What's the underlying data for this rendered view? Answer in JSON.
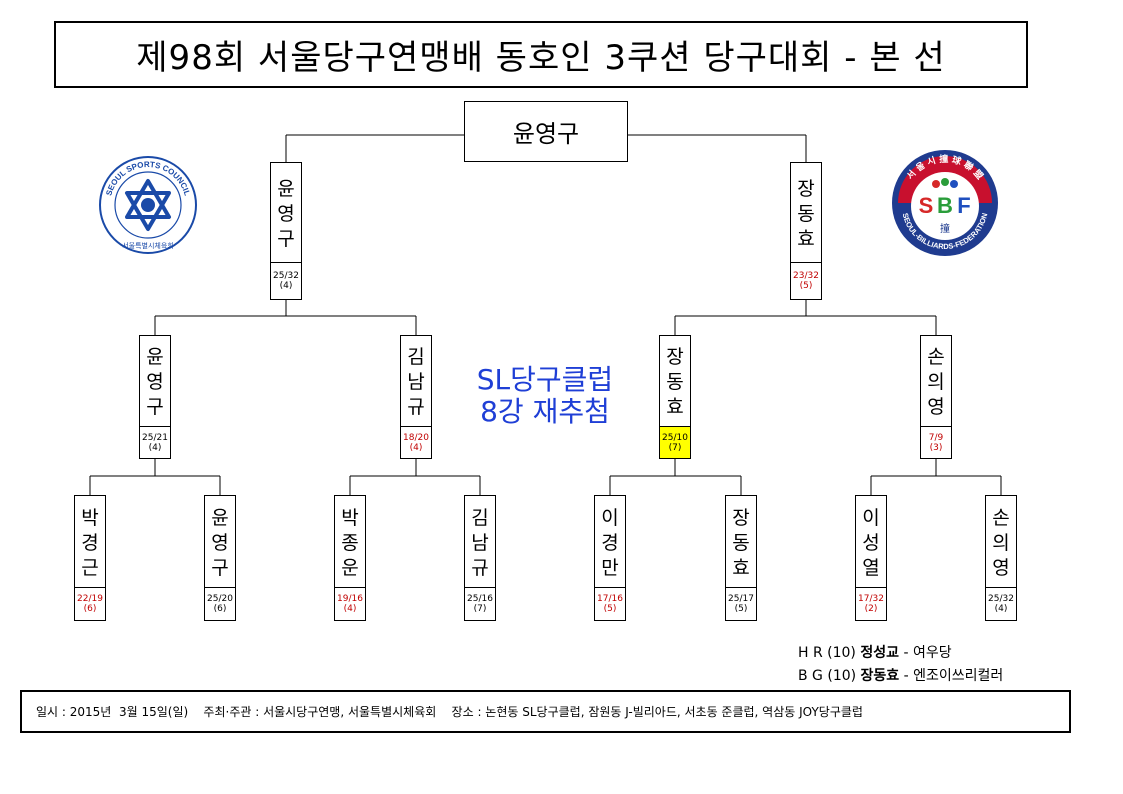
{
  "title": "제98회 서울당구연맹배 동호인 3쿠션 당구대회 - 본 선",
  "champion": "윤영구",
  "reseed": {
    "line1": "SL당구클럽",
    "line2": "8강 재추첨"
  },
  "round_of_16": [
    {
      "name": "박경근",
      "score": "22/19",
      "innings": "(6)",
      "red": true
    },
    {
      "name": "윤영구",
      "score": "25/20",
      "innings": "(6)",
      "red": false
    },
    {
      "name": "박종운",
      "score": "19/16",
      "innings": "(4)",
      "red": true
    },
    {
      "name": "김남규",
      "score": "25/16",
      "innings": "(7)",
      "red": false
    },
    {
      "name": "이경만",
      "score": "17/16",
      "innings": "(5)",
      "red": true
    },
    {
      "name": "장동효",
      "score": "25/17",
      "innings": "(5)",
      "red": false
    },
    {
      "name": "이성열",
      "score": "17/32",
      "innings": "(2)",
      "red": true
    },
    {
      "name": "손의영",
      "score": "25/32",
      "innings": "(4)",
      "red": false
    }
  ],
  "quarterfinals": [
    {
      "name": "윤영구",
      "score": "25/21",
      "innings": "(4)",
      "red": false,
      "highlight": false
    },
    {
      "name": "김남규",
      "score": "18/20",
      "innings": "(4)",
      "red": true,
      "highlight": false
    },
    {
      "name": "장동효",
      "score": "25/10",
      "innings": "(7)",
      "red": false,
      "highlight": true
    },
    {
      "name": "손의영",
      "score": "7/9",
      "innings": "(3)",
      "red": true,
      "highlight": false
    }
  ],
  "semifinals": [
    {
      "name": "윤영구",
      "score": "25/32",
      "innings": "(4)",
      "red": false
    },
    {
      "name": "장동효",
      "score": "23/32",
      "innings": "(5)",
      "red": true
    }
  ],
  "awards": {
    "hr": {
      "label": "H R (10)",
      "winner": "정성교",
      "club": "- 여우당"
    },
    "bg": {
      "label": "B G (10)",
      "winner": "장동효",
      "club": "- 엔조이쓰리컬러"
    }
  },
  "footer": "일시 : 2015년  3월 15일(일)    주최·주관 : 서울시당구연맹, 서울특별시체육회    장소 : 논현동 SL당구클럽, 잠원동 J-빌리아드, 서초동 준클럽, 역삼동 JOY당구클럽",
  "logos": {
    "left": {
      "ring_text": "SEOUL SPORTS COUNCIL",
      "bottom_text": "서울특별시체육회",
      "color": "#1a4aa8"
    },
    "right": {
      "top_text": "서 울 시 撞 球 聯 盟",
      "letters": [
        "S",
        "B",
        "F"
      ],
      "center_char": "撞",
      "ring_text": "SEOUL-BILLIARDS-FEDERATION",
      "ring_color": "#1f3b8f",
      "top_color": "#c8102e",
      "s_color": "#d62828",
      "b_color": "#2a9d3a",
      "f_color": "#1f4fbf"
    }
  }
}
